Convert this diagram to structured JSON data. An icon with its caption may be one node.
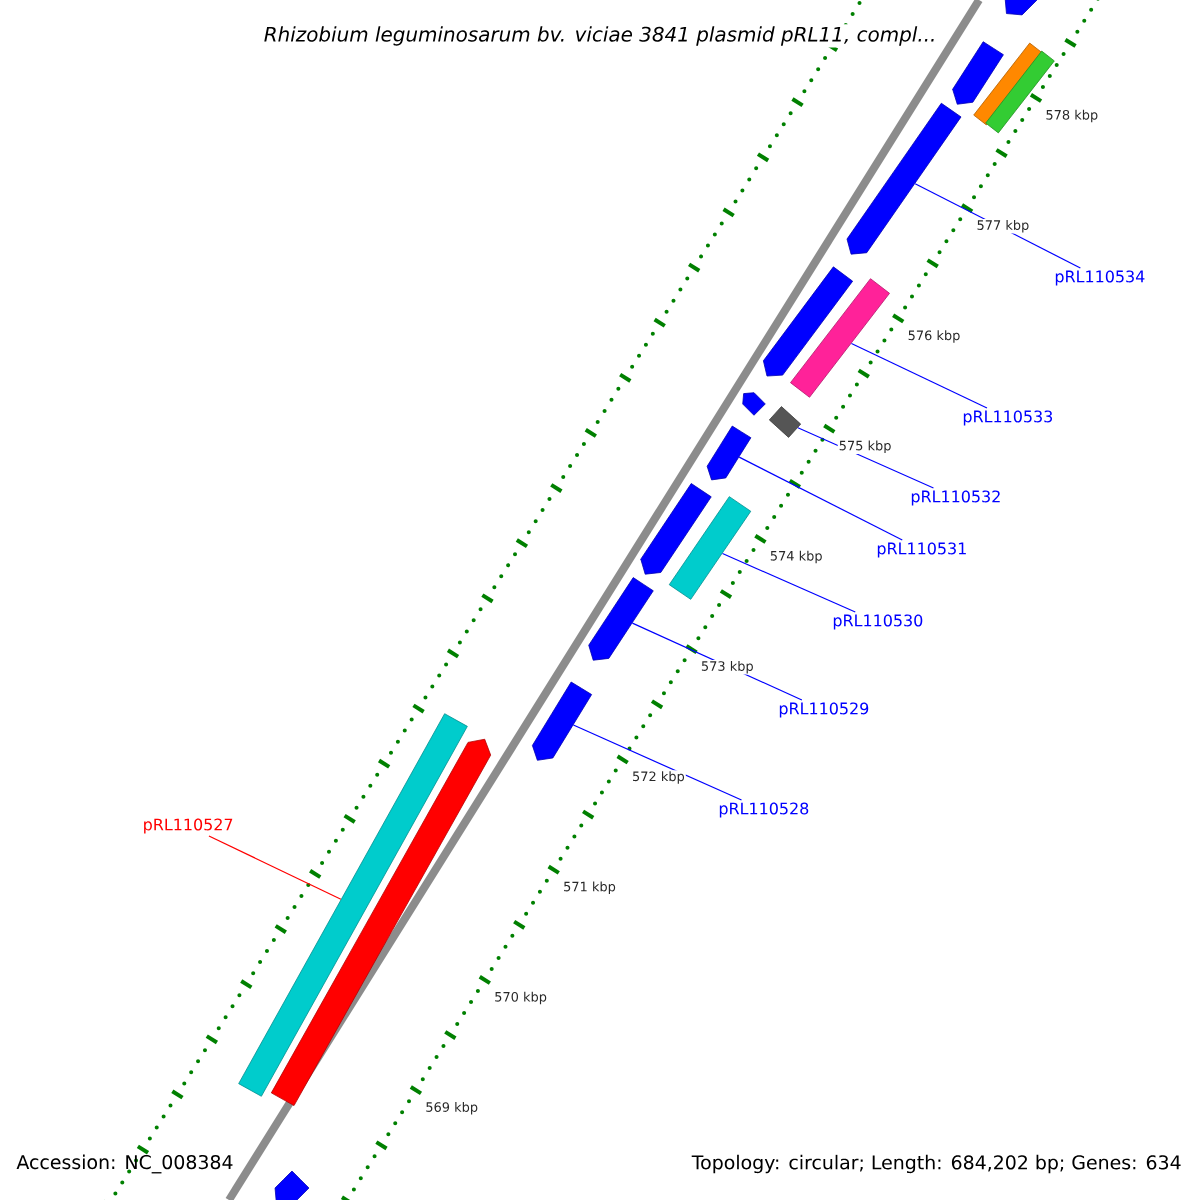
{
  "diagram": {
    "title": "Rhizobium leguminosarum bv. viciae 3841 plasmid pRL11, compl...",
    "nodes": [
      {
        "text": [
          "pRL110534"
        ]
      },
      {
        "text": [],
        "shape": "bar"
      },
      {
        "text": [
          "pRL110533"
        ]
      },
      {
        "text": [],
        "shape": "bar"
      },
      {
        "text": [
          "pRL110532"
        ]
      },
      {
        "text": [],
        "shape": "box"
      },
      {
        "text": [
          "pRL110531"
        ]
      },
      {
        "text": [],
        "shape": "bar"
      },
      {
        "text": [
          "pRL110530"
        ]
      },
      {
        "text": [],
        "shape": "bar"
      },
      {
        "text": [
          "pRL110529"
        ]
      },
      {
        "text": [],
        "shape": "bar"
      },
      {
        "text": [
          "pRL110528"
        ]
      },
      {
        "text": [],
        "shape": "bar"
      },
      {
        "text": [
          "pRL110527"
        ]
      },
      {
        "text": [],
        "shape": "bar"
      },
      {
        "text": [],
        "shape": "bar"
      },
      {
        "text": [],
        "shape": "bar"
      },
      {
        "text": [],
        "shape": "bar"
      },
      {
        "text": [],
        "shape": "bar"
      },
      {
        "text": [],
        "shape": "bar"
      },
      {
        "text": [],
        "shape": "bar"
      },
      {
        "text": [],
        "shape": "bar"
      },
      {
        "text": [],
        "shape": "bar"
      },
      {
        "text": [],
        "shape": "bar"
      }
    ],
    "edges": [
      {
        "from": 0,
        "to": 1,
        "arrow": "none"
      },
      {
        "from": 2,
        "to": 3,
        "arrow": "none"
      },
      {
        "from": 4,
        "to": 5,
        "arrow": "none"
      },
      {
        "from": 6,
        "to": 7,
        "arrow": "none"
      },
      {
        "from": 8,
        "to": 9,
        "arrow": "none"
      },
      {
        "from": 10,
        "to": 11,
        "arrow": "none"
      },
      {
        "from": 12,
        "to": 13,
        "arrow": "none"
      },
      {
        "from": 14,
        "to": 15,
        "arrow": "none",
        "color": "#ff0000"
      }
    ],
    "labels": [
      "578 kbp",
      "577 kbp",
      "576 kbp",
      "575 kbp",
      "574 kbp",
      "573 kbp",
      "572 kbp",
      "571 kbp",
      "570 kbp",
      "569 kbp",
      "Accession: NC_008384",
      "Topology: circular; Length: 684,202 bp; Genes: 634"
    ]
  }
}
